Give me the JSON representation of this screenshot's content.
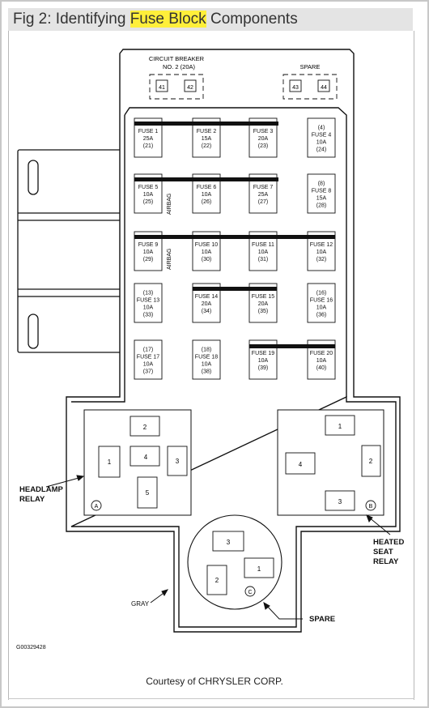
{
  "title": {
    "prefix": "Fig 2: Identifying ",
    "highlight": "Fuse Block",
    "suffix": " Components"
  },
  "circuit_breaker": {
    "line1": "CIRCUIT BREAKER",
    "line2": "NO. 2 (20A)",
    "slots": [
      "41",
      "42"
    ]
  },
  "spare_top": {
    "label": "SPARE",
    "slots": [
      "43",
      "44"
    ]
  },
  "fuses": [
    [
      "FUSE 1",
      "25A",
      "(21)"
    ],
    [
      "FUSE 2",
      "15A",
      "(22)"
    ],
    [
      "FUSE 3",
      "20A",
      "(23)"
    ],
    [
      "(4)",
      "FUSE 4",
      "10A",
      "(24)"
    ],
    [
      "FUSE 5",
      "10A",
      "(25)"
    ],
    [
      "FUSE 6",
      "10A",
      "(26)"
    ],
    [
      "FUSE 7",
      "25A",
      "(27)"
    ],
    [
      "(8)",
      "FUSE 8",
      "15A",
      "(28)"
    ],
    [
      "FUSE 9",
      "10A",
      "(29)"
    ],
    [
      "FUSE 10",
      "10A",
      "(30)"
    ],
    [
      "FUSE 11",
      "10A",
      "(31)"
    ],
    [
      "FUSE 12",
      "10A",
      "(32)"
    ],
    [
      "(13)",
      "FUSE 13",
      "10A",
      "(33)"
    ],
    [
      "FUSE 14",
      "20A",
      "(34)"
    ],
    [
      "FUSE 15",
      "20A",
      "(35)"
    ],
    [
      "(16)",
      "FUSE 16",
      "10A",
      "(36)"
    ],
    [
      "(17)",
      "FUSE 17",
      "10A",
      "(37)"
    ],
    [
      "(18)",
      "FUSE 18",
      "10A",
      "(38)"
    ],
    [
      "FUSE 19",
      "10A",
      "(39)"
    ],
    [
      "FUSE 20",
      "10A",
      "(40)"
    ]
  ],
  "airbag_label": "AIRBAG",
  "relay_a": {
    "terminals": [
      "2",
      "1",
      "4",
      "3",
      "5"
    ],
    "marker": "A"
  },
  "relay_b": {
    "terminals": [
      "1",
      "4",
      "2",
      "3"
    ],
    "marker": "B"
  },
  "relay_c": {
    "terminals": [
      "3",
      "2",
      "1"
    ],
    "marker": "C"
  },
  "callouts": {
    "headlamp_line1": "HEADLAMP",
    "headlamp_line2": "RELAY",
    "heated_line1": "HEATED",
    "heated_line2": "SEAT",
    "heated_line3": "RELAY",
    "gray": "GRAY",
    "spare": "SPARE"
  },
  "part_number": "G00329428",
  "courtesy": "Courtesy of CHRYSLER CORP."
}
